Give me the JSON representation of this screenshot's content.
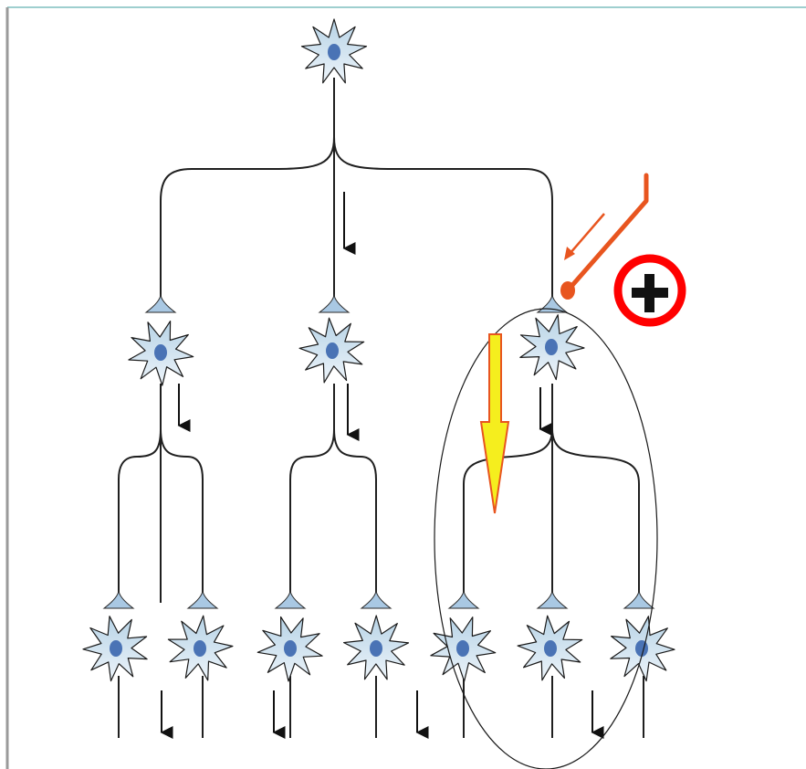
{
  "figure": {
    "description": "",
    "colors": {
      "soma_fill_top": "#b7d3e6",
      "soma_fill_bottom": "#e8f1f8",
      "soma_stroke": "#1a1a1a",
      "nucleus": "#4a73b5",
      "terminal": "#a9c8e3",
      "axon": "#1f1f1f",
      "frame": "#7fbfbf",
      "stimulus": "#e8551f",
      "plus_ring": "#ff0000",
      "yellow_arrow": "#f5ee1e",
      "yellow_arrow_stroke": "#e8551f",
      "highlight_ellipse": "#1a1a1a"
    },
    "icons": {
      "plus_symbol": "+",
      "neuron_levels": [
        "top",
        "middle",
        "bottom"
      ],
      "stimulus_icon": "orange-stimulus-arrow-icon",
      "plus_icon": "plus-in-circle-icon",
      "flow_icon": "yellow-down-arrow-icon"
    }
  }
}
